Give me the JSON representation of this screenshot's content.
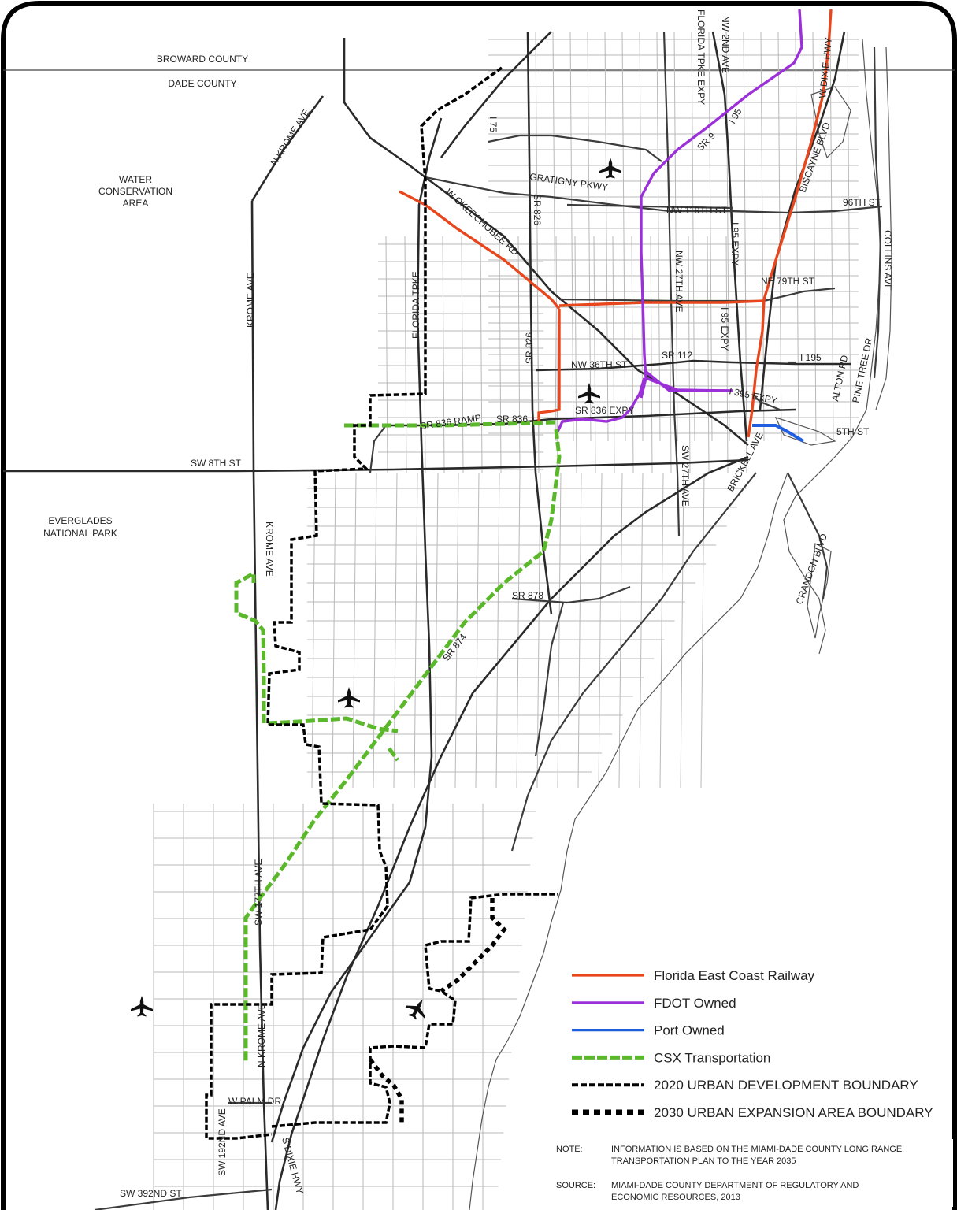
{
  "map": {
    "area_labels": {
      "broward": "BROWARD COUNTY",
      "dade": "DADE COUNTY",
      "water_1": "WATER",
      "water_2": "CONSERVATION",
      "water_3": "AREA",
      "everglades_1": "EVERGLADES",
      "everglades_2": "NATIONAL PARK"
    },
    "road_labels": {
      "florida_tpke_expy": "FLORIDA TPKE EXPY",
      "nw_2nd_ave": "NW 2ND AVE",
      "w_dixie_hwy": "W DIXIE HWY",
      "i_95": "I 95",
      "sr_9": "SR 9",
      "biscayne_blvd": "BISCAYNE BLVD",
      "i_75": "I 75",
      "n_krome_ave": "N KROME AVE",
      "gratigny_pkwy": "GRATIGNY PKWY",
      "nw_119th_st": "NW 119TH ST",
      "ave_96th_st": "96TH ST",
      "w_okeechobee_rd": "W OKEECHOBEE RD",
      "sr_826_north": "SR 826",
      "i_95_expy_north": "I 95 EXPY",
      "nw_27th_ave": "NW 27TH AVE",
      "collins_ave": "COLLINS AVE",
      "ne_79th_st": "NE 79TH ST",
      "krome_ave": "KROME AVE",
      "florida_tpke": "FLORIDA TPKE",
      "sr_826_south": "SR 826",
      "i_95_expy_mid": "I 95 EXPY",
      "sr_112": "SR 112",
      "i_195": "I 195",
      "nw_36th_st": "NW 36TH ST",
      "alton_rd": "ALTON RD",
      "pine_tree_dr": "PINE TREE DR",
      "i_395_expy": "I 395 EXPY",
      "sr_836_expy": "SR 836 EXPY",
      "sr_836_ramp": "SR 836 RAMP",
      "sr_836": "SR 836",
      "fifth_st": "5TH ST",
      "sw_8th_st": "SW 8TH ST",
      "sw_27th_ave": "SW 27TH AVE",
      "brickell_ave": "BRICKELL AVE",
      "krome_ave_south": "KROME AVE",
      "crandon_blvd": "CRANDON BLVD",
      "sr_878": "SR 878",
      "sr_874": "SR 874",
      "sw_177th_ave": "SW 177TH AVE",
      "n_krome_ave_south": "N KROME AVE",
      "w_palm_dr": "W PALM DR",
      "sw_192nd_ave": "SW 192ND AVE",
      "s_dixie_hwy": "S DIXIE HWY",
      "sw_392nd_st": "SW 392ND ST"
    }
  },
  "legend": {
    "items": [
      {
        "label": "Florida East Coast Railway",
        "color": "#e8461c",
        "style": "solid"
      },
      {
        "label": "FDOT Owned",
        "color": "#9b30d9",
        "style": "solid"
      },
      {
        "label": "Port Owned",
        "color": "#1f5fe0",
        "style": "solid"
      },
      {
        "label": "CSX Transportation",
        "color": "#5ab82a",
        "style": "dashed"
      },
      {
        "label": "2020 URBAN DEVELOPMENT BOUNDARY",
        "color": "#000000",
        "style": "dashed"
      },
      {
        "label": "2030 URBAN EXPANSION AREA BOUNDARY",
        "color": "#000000",
        "style": "dotted-heavy"
      }
    ]
  },
  "notes": {
    "note_label": "NOTE:",
    "note_line1": "INFORMATION IS BASED ON THE MIAMI-DADE COUNTY LONG RANGE",
    "note_line2": "TRANSPORTATION  PLAN TO THE YEAR 2035",
    "source_label": "SOURCE:",
    "source_line1": "MIAMI-DADE COUNTY DEPARTMENT OF REGULATORY AND",
    "source_line2": "ECONOMIC RESOURCES, 2013"
  },
  "icons": {
    "airport": "airport-plane-icon"
  }
}
